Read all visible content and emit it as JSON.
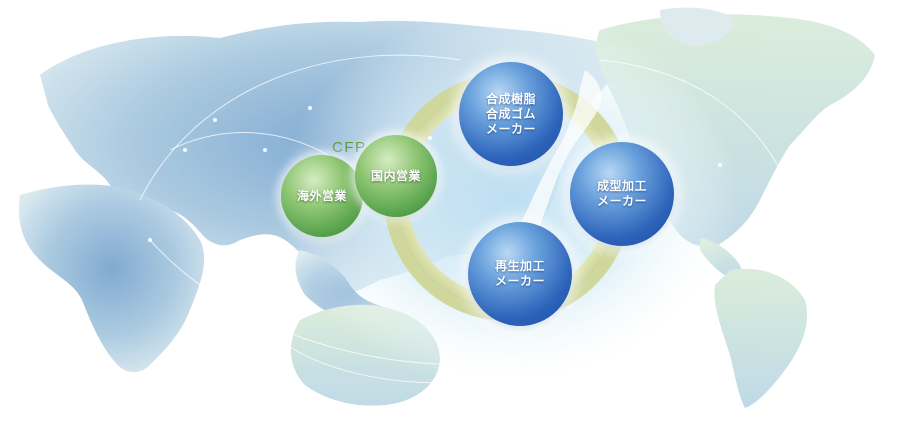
{
  "diagram": {
    "cfp_label": "CFP",
    "nodes": {
      "resin_maker": "合成樹脂\n合成ゴム\nメーカー",
      "molding_maker": "成型加工\nメーカー",
      "recycling_maker": "再生加工\nメーカー",
      "overseas_sales": "海外営業",
      "domestic_sales": "国内営業"
    }
  },
  "colors": {
    "node_blue": "#2c62b9",
    "node_green": "#4f9c47",
    "ring": "#dfe6b4",
    "land": "#8fb6d6",
    "cfp_text": "#5e9a3a"
  }
}
